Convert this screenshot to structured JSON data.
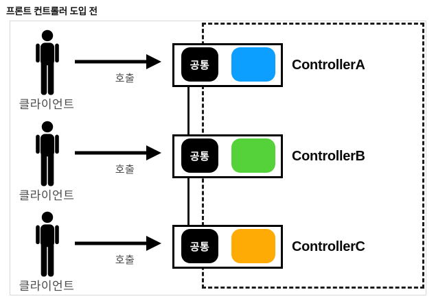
{
  "title": "프론트 컨트롤러 도입 전",
  "diagram": {
    "rows": [
      {
        "client_label": "클라이언트",
        "call_label": "호출",
        "common_label": "공통",
        "controller_label": "ControllerA",
        "feature_color": "#0d9fff"
      },
      {
        "client_label": "클라이언트",
        "call_label": "호출",
        "common_label": "공통",
        "controller_label": "ControllerB",
        "feature_color": "#55d23a"
      },
      {
        "client_label": "클라이언트",
        "call_label": "호출",
        "common_label": "공통",
        "controller_label": "ControllerC",
        "feature_color": "#ffab05"
      }
    ],
    "colors": {
      "common_block": "#000000",
      "dashed_border": "#1b1b1b",
      "frame_border": "#d7d7d7",
      "label_text": "#4b4b4b"
    }
  }
}
